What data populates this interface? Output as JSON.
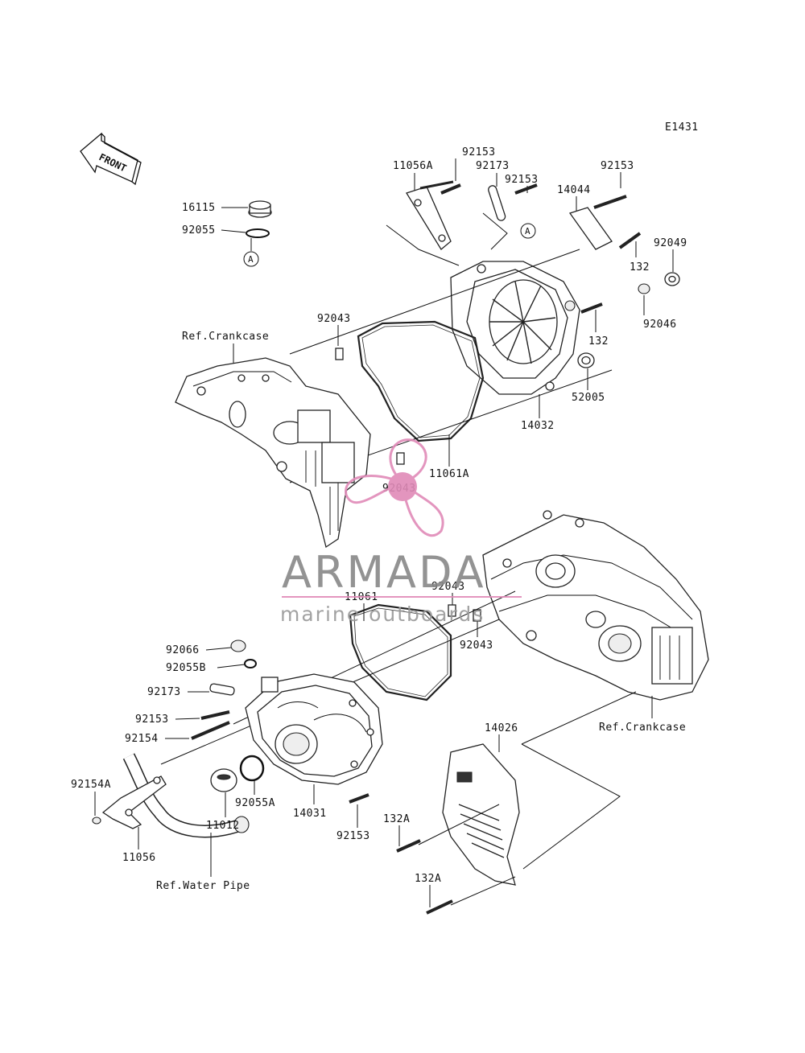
{
  "diagram": {
    "code": "E1431",
    "front_label": "FRONT",
    "circle_marker": "A",
    "labels": {
      "p16115": "16115",
      "p92055": "92055",
      "p11056A": "11056A",
      "p92153_a": "92153",
      "p92173_a": "92173",
      "p92153_b": "92153",
      "p92153_c": "92153",
      "p14044": "14044",
      "p92049": "92049",
      "p132_a": "132",
      "p92046": "92046",
      "p132_b": "132",
      "p52005": "52005",
      "p14032": "14032",
      "p11061A": "11061A",
      "p92043_a": "92043",
      "p92043_b": "92043",
      "p92043_c": "92043",
      "p92043_d": "92043",
      "p11061": "11061",
      "p92066": "92066",
      "p92055B": "92055B",
      "p92173_b": "92173",
      "p92153_d": "92153",
      "p92154": "92154",
      "p92154A": "92154A",
      "p11056": "11056",
      "p11012": "11012",
      "p92055A": "92055A",
      "p14031": "14031",
      "p92153_e": "92153",
      "p14026": "14026",
      "p132A_a": "132A",
      "p132A_b": "132A"
    },
    "refs": {
      "crankcase_top": "Ref.Crankcase",
      "crankcase_bottom": "Ref.Crankcase",
      "water_pipe": "Ref.Water Pipe"
    }
  },
  "watermark": {
    "brand": "ARMADA",
    "tagline": "marine outboards",
    "accent_color": "#e08ab8",
    "text_color": "#888888"
  }
}
